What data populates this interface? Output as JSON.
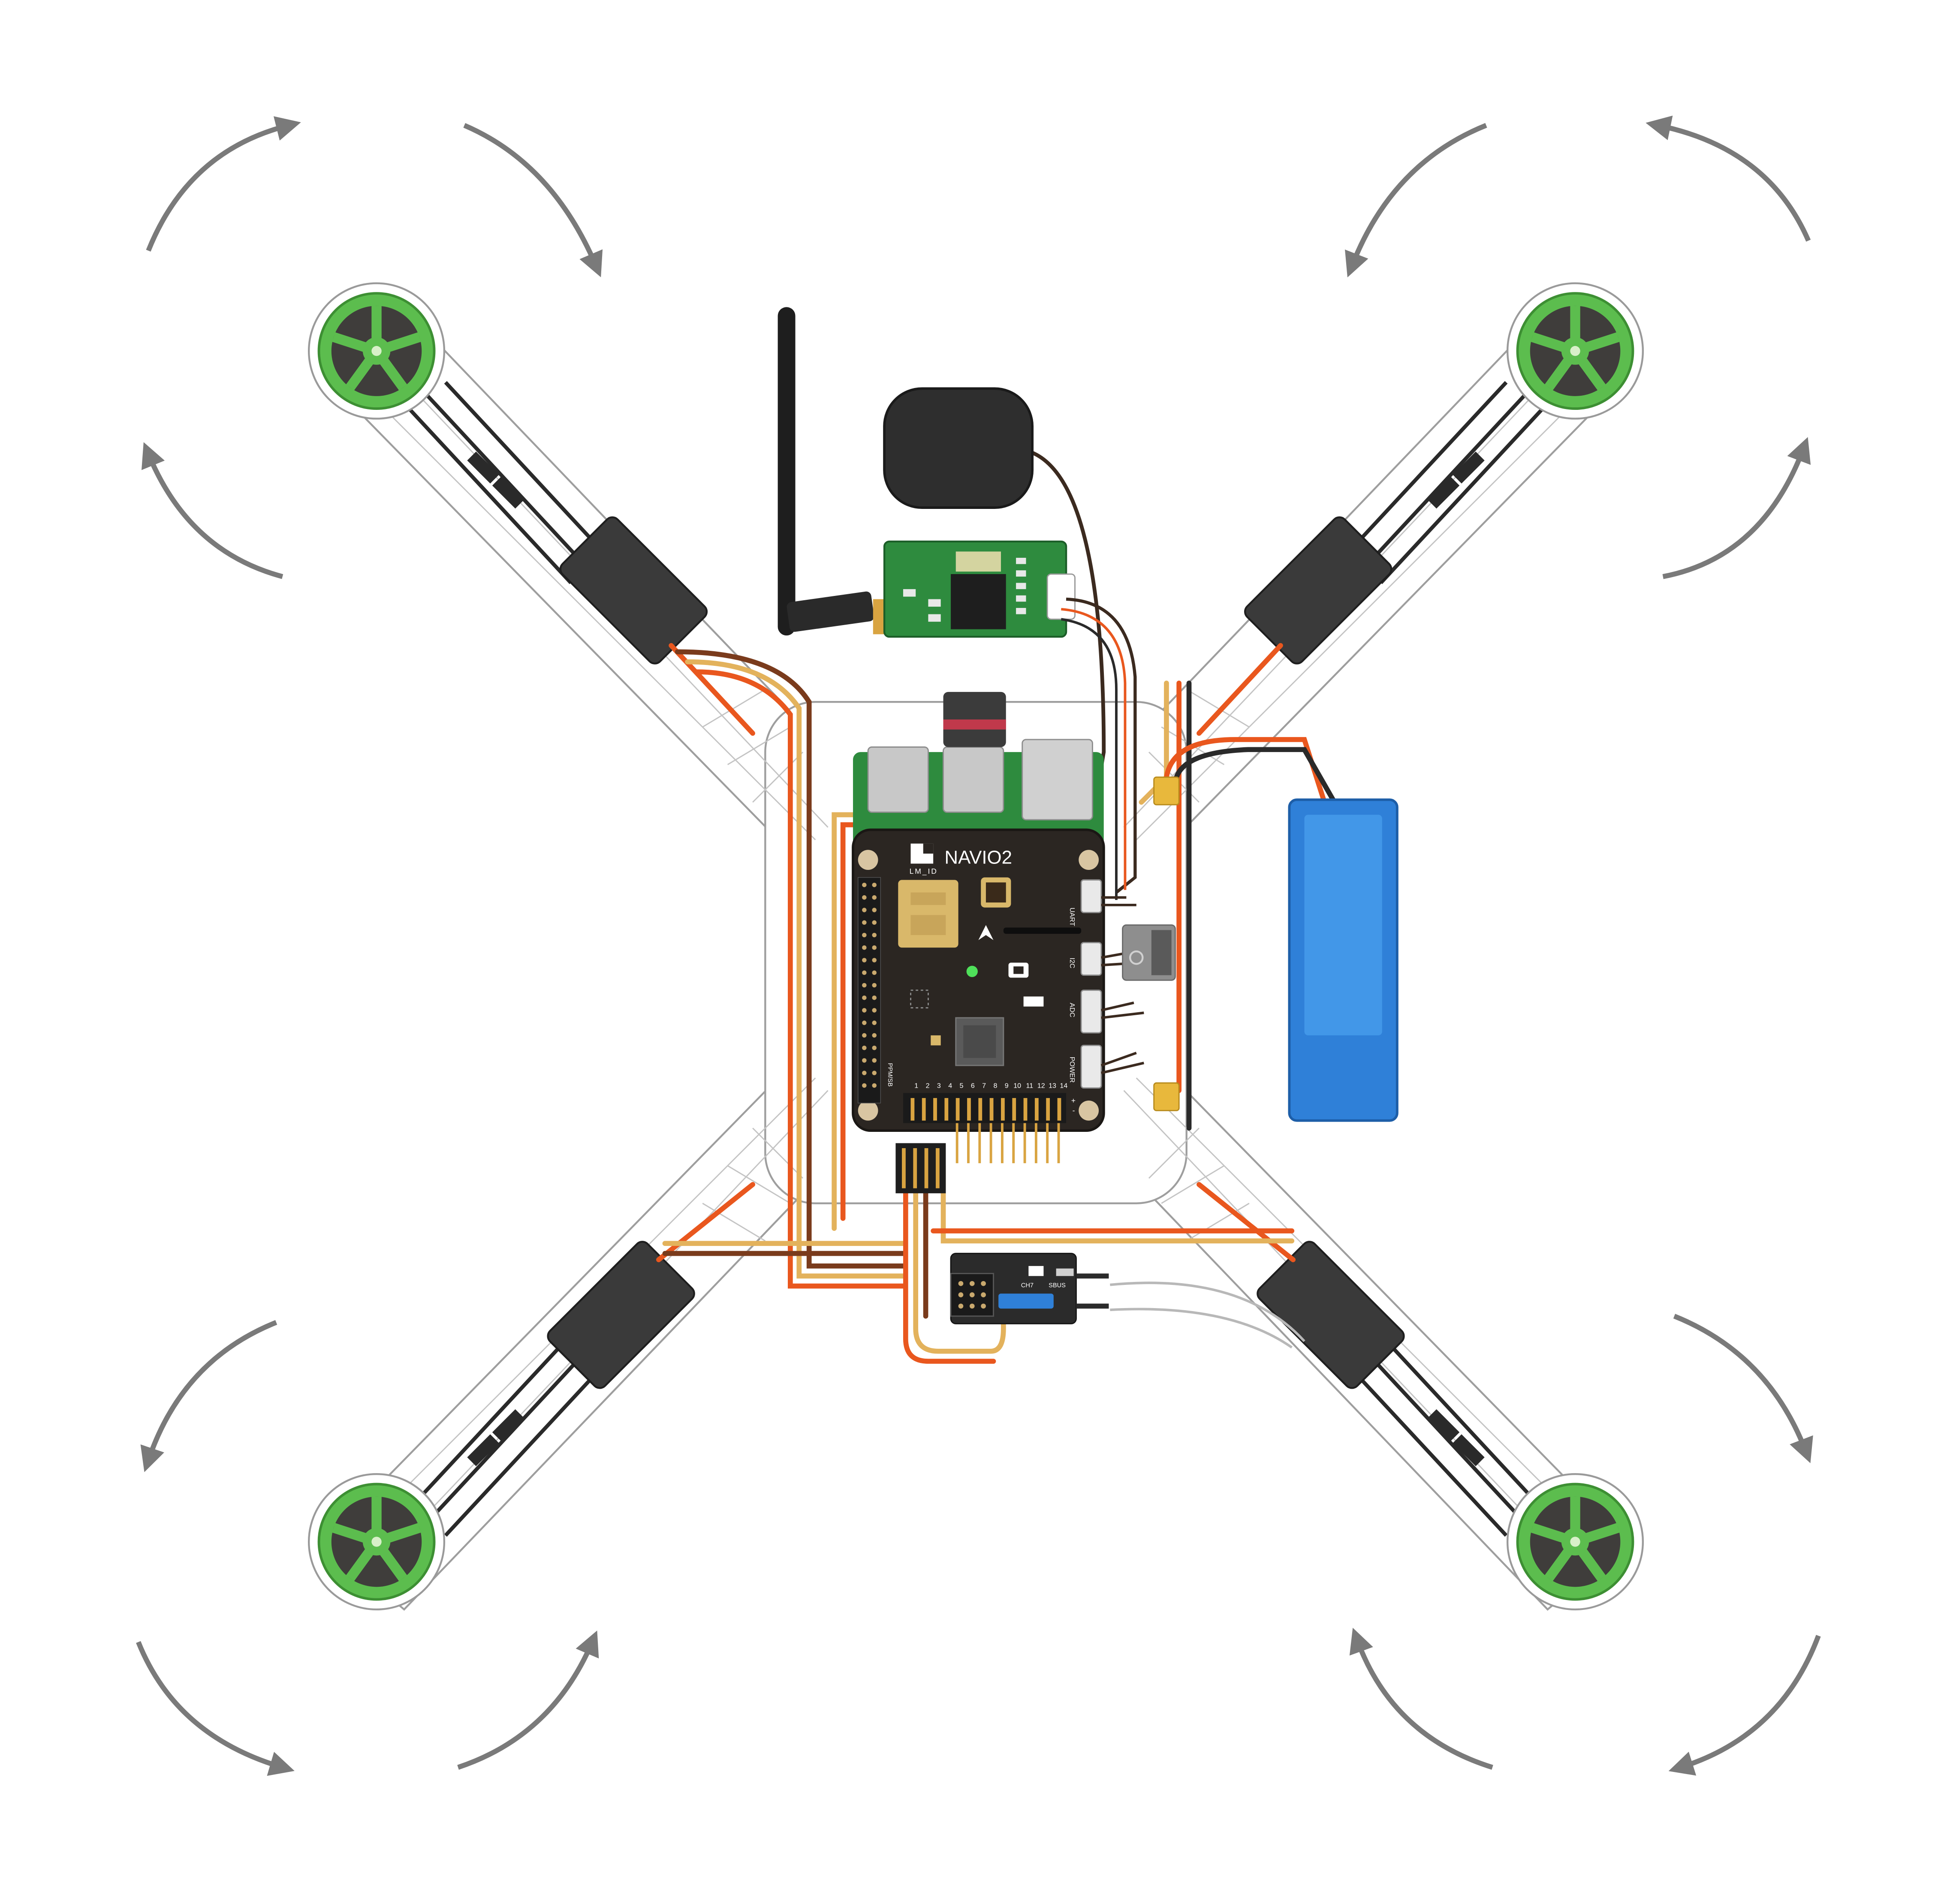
{
  "board": {
    "brand": "LM_ID",
    "name": "NAVIO2",
    "port_uart": "UART",
    "port_i2c": "I2C",
    "port_adc": "ADC",
    "port_power": "POWER",
    "ppm_label": "PPM/SB",
    "pwm_numbers": [
      "1",
      "2",
      "3",
      "4",
      "5",
      "6",
      "7",
      "8",
      "9",
      "10",
      "11",
      "12",
      "13",
      "14"
    ],
    "pin_plus": "+",
    "pin_minus": "-"
  },
  "receiver": {
    "label": "CH7",
    "sublabel": "SBUS"
  },
  "colors": {
    "motor_green": "#5cbd4e",
    "board_black": "#2b2622",
    "pcb_green": "#2e8b3e",
    "battery_blue": "#2f80d8",
    "wire_orange": "#e9571e",
    "wire_brown": "#7a3b1c",
    "wire_yellow": "#e3b25c",
    "arrow_gray": "#7a7a7a"
  },
  "icons": [
    "rotation-arrow-icon",
    "arrow-up-icon",
    "antenna-icon"
  ]
}
